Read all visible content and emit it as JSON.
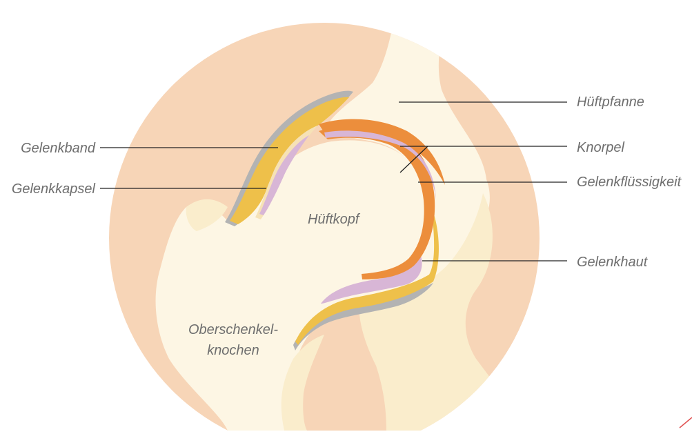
{
  "labels": {
    "hueftpfanne": "Hüftpfanne",
    "knorpel": "Knorpel",
    "gelenkfluessigkeit": "Gelenkflüssigkeit",
    "gelenkhaut": "Gelenkhaut",
    "gelenkband": "Gelenkband",
    "gelenkkapsel": "Gelenkkapsel",
    "hueftkopf": "Hüftkopf",
    "oberschenkel_line1": "Oberschenkel-",
    "oberschenkel_line2": "knochen"
  },
  "colors": {
    "background_circle": "#f7d5b7",
    "bone_light": "#fdf6e4",
    "bone_mid": "#faedcc",
    "ligament_gray": "#b3b3b3",
    "capsule_yellow": "#eec04a",
    "membrane_cream": "#f6e2b6",
    "fluid_lilac": "#d8b6d6",
    "cartilage_orange": "#ec8e3c",
    "label_text": "#6e6e6e",
    "leader_line": "#222222"
  }
}
